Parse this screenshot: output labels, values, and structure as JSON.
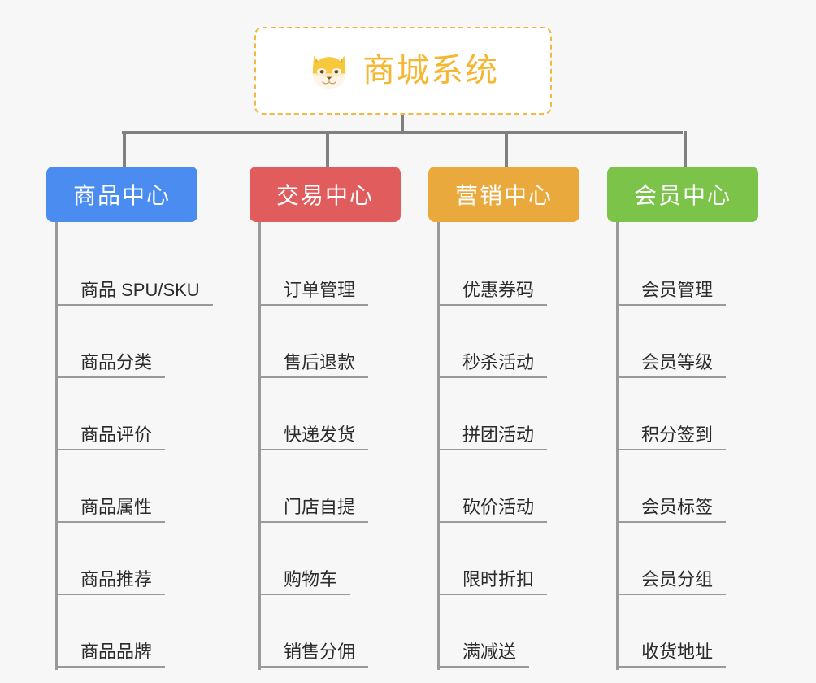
{
  "root": {
    "title": "商城系统",
    "icon": "shiba-dog-icon",
    "border_color": "#f2b840",
    "title_color": "#f5b731"
  },
  "canvas": {
    "background": "#f7f7f7",
    "connector_color": "#808080"
  },
  "branches": [
    {
      "id": "product-center",
      "label": "商品中心",
      "color": "#4a8cf0",
      "items": [
        "商品 SPU/SKU",
        "商品分类",
        "商品评价",
        "商品属性",
        "商品推荐",
        "商品品牌"
      ]
    },
    {
      "id": "trade-center",
      "label": "交易中心",
      "color": "#e15c5c",
      "items": [
        "订单管理",
        "售后退款",
        "快递发货",
        "门店自提",
        "购物车",
        "销售分佣"
      ]
    },
    {
      "id": "marketing-center",
      "label": "营销中心",
      "color": "#eaa93c",
      "items": [
        "优惠券码",
        "秒杀活动",
        "拼团活动",
        "砍价活动",
        "限时折扣",
        "满减送"
      ]
    },
    {
      "id": "member-center",
      "label": "会员中心",
      "color": "#7cc449",
      "items": [
        "会员管理",
        "会员等级",
        "积分签到",
        "会员标签",
        "会员分组",
        "收货地址"
      ]
    }
  ]
}
